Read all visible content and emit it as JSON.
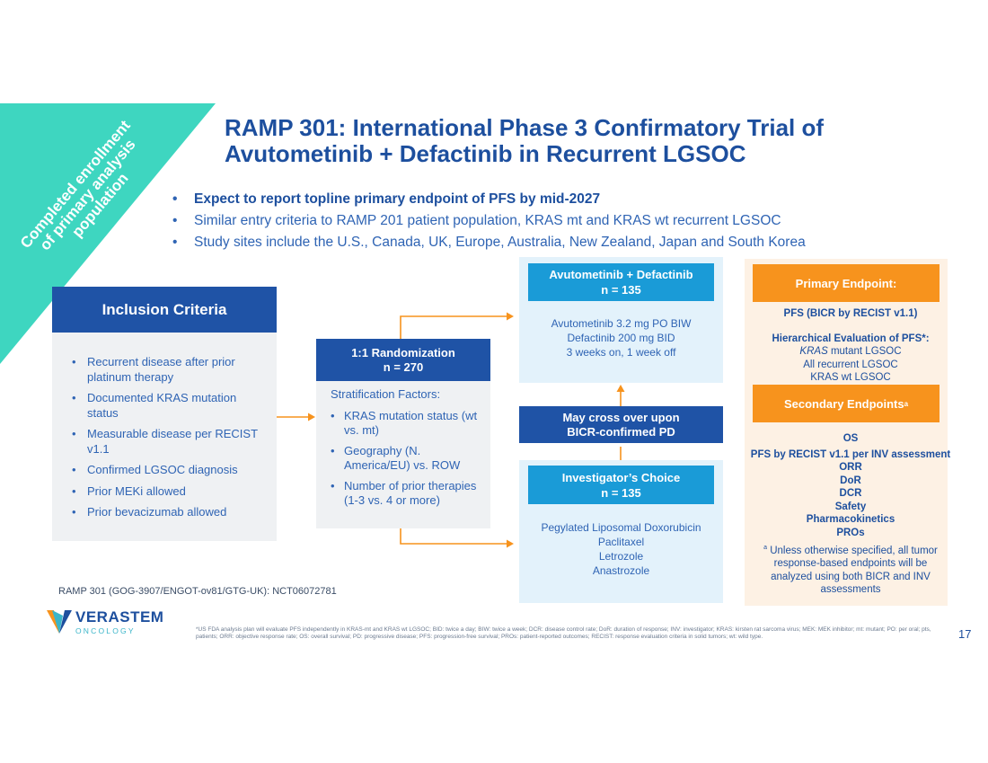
{
  "banner": {
    "line1": "Completed enrollment",
    "line2": "of primary analysis",
    "line3": "population"
  },
  "title": {
    "line1": "RAMP 301: International Phase 3 Confirmatory Trial of",
    "line2": "Avutometinib + Defactinib in Recurrent LGSOC"
  },
  "bullets": [
    "Expect to report topline primary endpoint of PFS by mid-2027",
    "Similar entry criteria to RAMP 201 patient population, KRAS mt and KRAS wt recurrent LGSOC",
    "Study sites include the U.S., Canada, UK, Europe, Australia, New Zealand, Japan and South Korea"
  ],
  "inclusion": {
    "title": "Inclusion Criteria",
    "items": [
      "Recurrent disease after prior platinum therapy",
      "Documented KRAS mutation status",
      "Measurable disease per RECIST v1.1",
      "Confirmed LGSOC diagnosis",
      "Prior MEKi allowed",
      "Prior bevacizumab allowed"
    ]
  },
  "randomization": {
    "title": "1:1 Randomization",
    "n": "n = 270",
    "strat_title": "Stratification Factors:",
    "items": [
      "KRAS mutation status (wt vs. mt)",
      "Geography (N. America/EU) vs. ROW",
      "Number of prior therapies (1-3 vs. 4 or more)"
    ]
  },
  "arm_a": {
    "title": "Avutometinib + Defactinib",
    "n": "n = 135",
    "lines": [
      "Avutometinib 3.2 mg PO BIW",
      "Defactinib 200 mg BID",
      "3 weeks on, 1 week off"
    ]
  },
  "crossover": {
    "line1": "May cross over upon",
    "line2": "BICR-confirmed PD"
  },
  "arm_b": {
    "title": "Investigator’s Choice",
    "n": "n = 135",
    "lines": [
      "Pegylated Liposomal Doxorubicin",
      "Paclitaxel",
      "Letrozole",
      "Anastrozole"
    ]
  },
  "primary": {
    "title": "Primary Endpoint:",
    "line1": "PFS (BICR by RECIST v1.1)",
    "hier_title": "Hierarchical Evaluation of PFS*:",
    "hier_kras": "KRAS",
    "hier_mutant": " mutant LGSOC",
    "hier_2": "All recurrent LGSOC",
    "hier_3": "KRAS wt LGSOC"
  },
  "secondary": {
    "title": "Secondary Endpoints",
    "sup": "a",
    "items": [
      "OS",
      "PFS by RECIST v1.1 per INV assessment",
      "ORR",
      "DoR",
      "DCR",
      "Safety",
      "Pharmacokinetics",
      "PROs"
    ],
    "note_sup": "a",
    "note": "Unless otherwise specified, all tumor response-based endpoints will be analyzed using both BICR and INV assessments"
  },
  "study_id": "RAMP 301 (GOG-3907/ENGOT-ov81/GTG-UK): NCT06072781",
  "logo": {
    "word": "VERASTEM",
    "sub": "ONCOLOGY"
  },
  "footnote": "*US FDA analysis plan will evaluate PFS independently in KRAS-mt and KRAS wt LGSOC; BID: twice a day; BIW: twice a week; DCR: disease control rate; DoR: duration of response; INV: investigator; KRAS: kirsten rat sarcoma virus; MEK: MEK inhibitor; mt: mutant; PO: per oral; pts, patients; ORR: objective response rate; OS: overall survival; PD: progressive disease; PFS: progression-free survival; PROs: patient-reported outcomes; RECIST: response evaluation criteria in solid tumors; wt: wild type.",
  "page_number": "17",
  "colors": {
    "navy": "#1f53a6",
    "sky": "#1a9bd7",
    "orange": "#f7931d",
    "teal": "#3ed6c0",
    "text_blue": "#2f64b4"
  }
}
